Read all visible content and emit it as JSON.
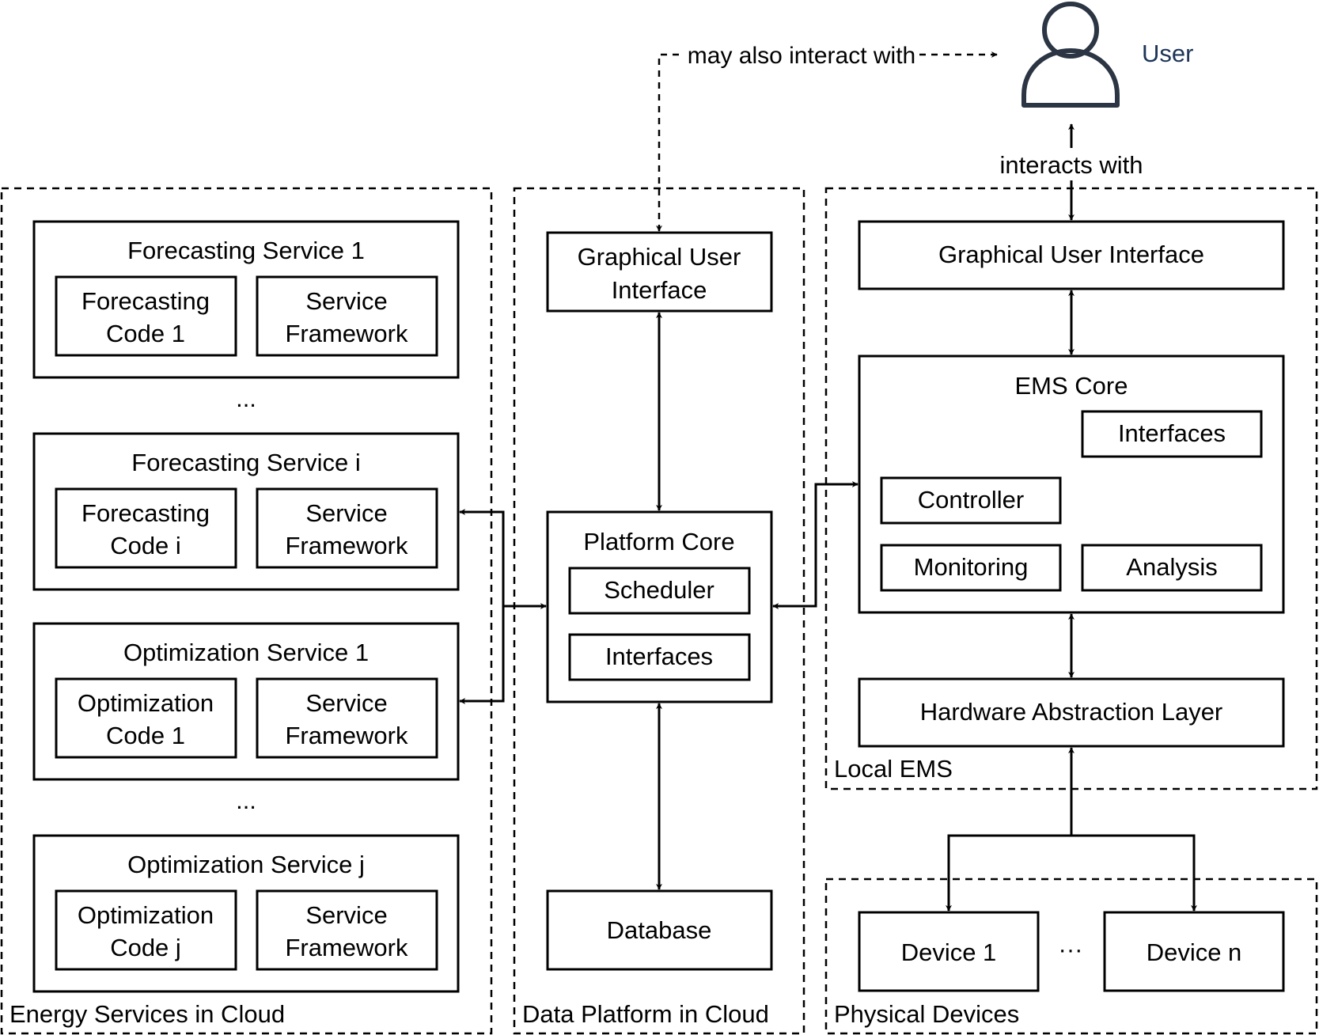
{
  "user": {
    "label": "User",
    "icon": "person-icon"
  },
  "links": {
    "may_interact": "may also interact with",
    "interacts": "interacts with"
  },
  "regions": {
    "energy_services": "Energy Services in Cloud",
    "data_platform": "Data Platform in Cloud",
    "local_ems": "Local EMS",
    "physical_devices": "Physical Devices"
  },
  "energy_services": {
    "services": [
      {
        "title": "Forecasting Service 1",
        "code": [
          "Forecasting",
          "Code 1"
        ],
        "framework": [
          "Service",
          "Framework"
        ]
      },
      {
        "title": "Forecasting Service i",
        "code": [
          "Forecasting",
          "Code i"
        ],
        "framework": [
          "Service",
          "Framework"
        ]
      },
      {
        "title": "Optimization Service 1",
        "code": [
          "Optimization",
          "Code 1"
        ],
        "framework": [
          "Service",
          "Framework"
        ]
      },
      {
        "title": "Optimization Service j",
        "code": [
          "Optimization",
          "Code j"
        ],
        "framework": [
          "Service",
          "Framework"
        ]
      }
    ],
    "ellipsis": "..."
  },
  "data_platform": {
    "gui": [
      "Graphical User",
      "Interface"
    ],
    "core": {
      "title": "Platform Core",
      "scheduler": "Scheduler",
      "interfaces": "Interfaces"
    },
    "database": "Database"
  },
  "local_ems": {
    "gui": "Graphical User Interface",
    "core": {
      "title": "EMS Core",
      "interfaces": "Interfaces",
      "controller": "Controller",
      "monitoring": "Monitoring",
      "analysis": "Analysis"
    },
    "hal": "Hardware Abstraction Layer"
  },
  "devices": {
    "device_1": "Device 1",
    "ellipsis": "···",
    "device_n": "Device n"
  }
}
